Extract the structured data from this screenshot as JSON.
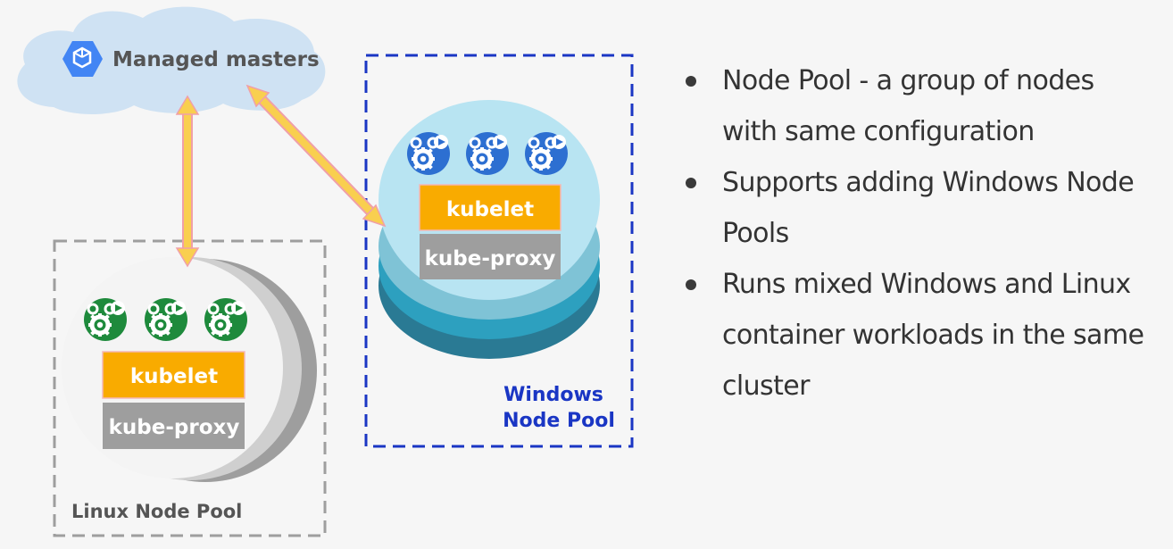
{
  "cloud": {
    "label": "Managed masters"
  },
  "linux_pool": {
    "title": "Linux Node Pool",
    "kubelet_label": "kubelet",
    "kube_proxy_label": "kube-proxy"
  },
  "windows_pool": {
    "title_line1": "Windows",
    "title_line2": "Node Pool",
    "kubelet_label": "kubelet",
    "kube_proxy_label": "kube-proxy"
  },
  "bullets": [
    {
      "line1": "Node Pool - a group of nodes",
      "line2": "with same configuration"
    },
    {
      "line1": "Supports adding Windows Node",
      "line2": "Pools"
    },
    {
      "line1": "Runs mixed Windows and Linux",
      "line2": "container workloads in the same",
      "line3": "cluster"
    }
  ],
  "colors": {
    "arrow": "#f9cf4f",
    "arrow_outline": "#f0a0a8",
    "linux_green": "#1e8a3c",
    "windows_blue": "#2d6fd1",
    "kubelet_orange": "#f9ab00",
    "kube_proxy_gray": "#9e9e9e",
    "windows_title_blue": "#1a36c4",
    "cloud": "#cfe2f3"
  },
  "icons": [
    "gke-hexagon-icon",
    "pod-gear-icon",
    "double-arrow-icon"
  ]
}
